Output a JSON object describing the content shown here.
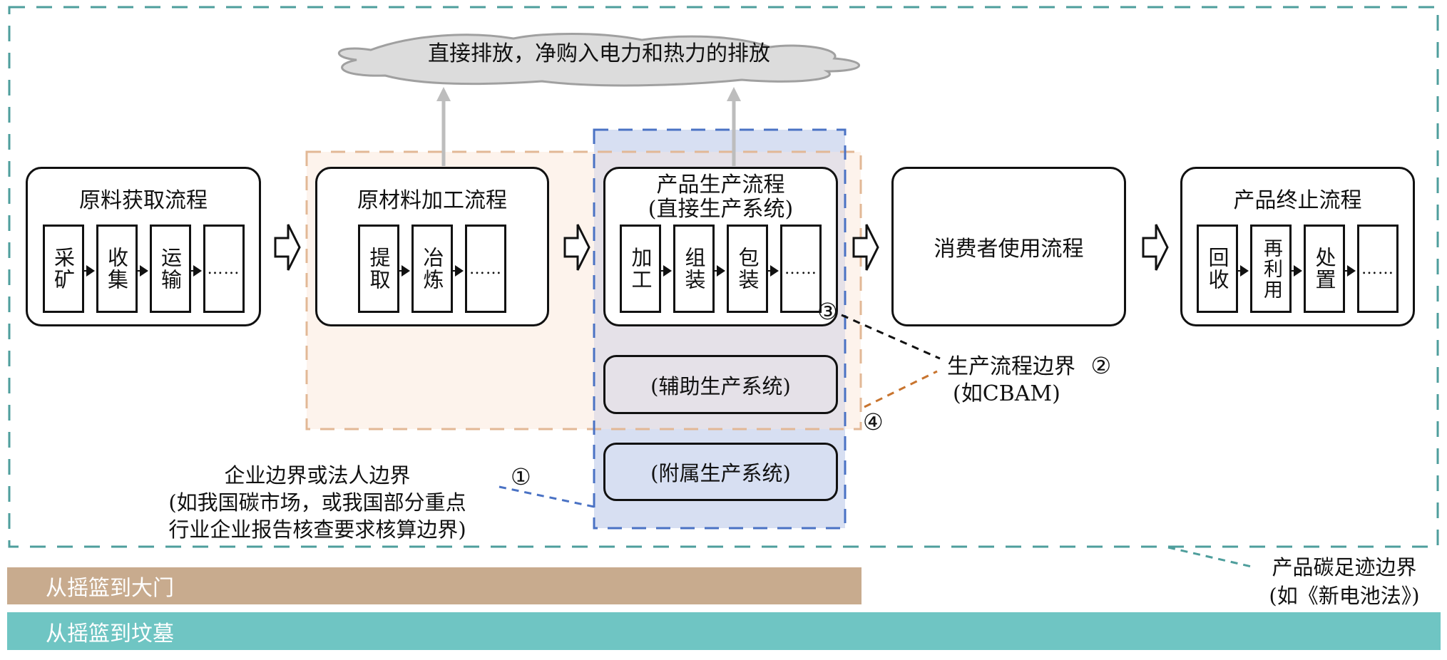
{
  "colors": {
    "product_boundary": "#4E9E9C",
    "process_boundary": "#E2B896",
    "process_fill": "#FDF3EC",
    "enterprise_boundary": "#4A72C4",
    "enterprise_fill": "#D7DFF2",
    "overlap_fill": "#E5E1E8",
    "cloud_fill": "#DCDCDC",
    "cloud_stroke": "#A0A0A0",
    "emission_arrow": "#BDBDBD",
    "cbam_line": "#C8742E",
    "bar_gate": "#C8AB8E",
    "bar_grave": "#6FC5C3"
  },
  "cloud": {
    "text": "直接排放，净购入电力和热力的排放"
  },
  "processes": [
    {
      "title": "原料获取流程",
      "steps": [
        "采矿",
        "收集",
        "运输",
        "……"
      ]
    },
    {
      "title": "原材料加工流程",
      "steps": [
        "提取",
        "冶炼",
        "……"
      ]
    },
    {
      "title_line1": "产品生产流程",
      "title_line2": "(直接生产系统)",
      "steps": [
        "加工",
        "组装",
        "包装",
        "……"
      ]
    },
    {
      "title": "消费者使用流程",
      "steps": []
    },
    {
      "title": "产品终止流程",
      "steps": [
        "回收",
        "再利用",
        "处置",
        "……"
      ]
    }
  ],
  "systems": {
    "auxiliary": "(辅助生产系统)",
    "attached": "(附属生产系统)"
  },
  "markers": {
    "m1": "①",
    "m2": "②",
    "m3": "③",
    "m4": "④"
  },
  "annotations": {
    "process_boundary": {
      "line1": "生产流程边界",
      "line2": "(如CBAM)"
    },
    "enterprise_boundary": {
      "line1": "企业边界或法人边界",
      "line2": "(如我国碳市场，或我国部分重点",
      "line3": "行业企业报告核查要求核算边界)"
    },
    "product_boundary": {
      "line1": "产品碳足迹边界",
      "line2": "(如《新电池法》)"
    }
  },
  "bars": {
    "cradle_to_gate": "从摇篮到大门",
    "cradle_to_grave": "从摇篮到坟墓"
  }
}
